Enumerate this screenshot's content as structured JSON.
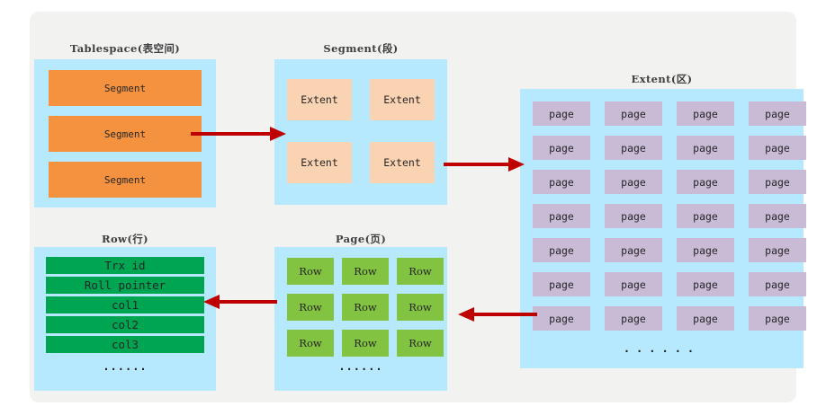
{
  "diagram": {
    "title_font_note": "",
    "colors": {
      "canvas": "#ffffff",
      "card": "#f2f2f1",
      "panel": "#b6e9fd",
      "segment": "#f4923f",
      "extent": "#fad3b3",
      "page": "#c9bbd6",
      "row_cell": "#82c341",
      "row_field": "#00a551",
      "arrow": "#be0000",
      "text": "#262626"
    },
    "panels": {
      "tablespace": {
        "title": "Tablespace(表空间)",
        "items": [
          "Segment",
          "Segment",
          "Segment"
        ]
      },
      "segment": {
        "title": "Segment(段)",
        "items": [
          "Extent",
          "Extent",
          "Extent",
          "Extent"
        ]
      },
      "extent": {
        "title": "Extent(区)",
        "rows": [
          [
            "page",
            "page",
            "page",
            "page"
          ],
          [
            "page",
            "page",
            "page",
            "page"
          ],
          [
            "page",
            "page",
            "page",
            "page"
          ],
          [
            "page",
            "page",
            "page",
            "page"
          ],
          [
            "page",
            "page",
            "page",
            "page"
          ],
          [
            "page",
            "page",
            "page",
            "page"
          ],
          [
            "page",
            "page",
            "page",
            "page"
          ]
        ],
        "ellipsis": "......"
      },
      "page": {
        "title": "Page(页)",
        "rows": [
          [
            "Row",
            "Row",
            "Row"
          ],
          [
            "Row",
            "Row",
            "Row"
          ],
          [
            "Row",
            "Row",
            "Row"
          ]
        ],
        "ellipsis": "......"
      },
      "row": {
        "title": "Row(行)",
        "fields": [
          "Trx id",
          "Roll pointer",
          "col1",
          "col2",
          "col3"
        ],
        "ellipsis": "......"
      }
    },
    "arrows": [
      {
        "name": "tablespace-to-segment",
        "direction": "right"
      },
      {
        "name": "segment-to-extent",
        "direction": "right"
      },
      {
        "name": "extent-to-page",
        "direction": "left"
      },
      {
        "name": "page-to-row",
        "direction": "left"
      }
    ]
  }
}
